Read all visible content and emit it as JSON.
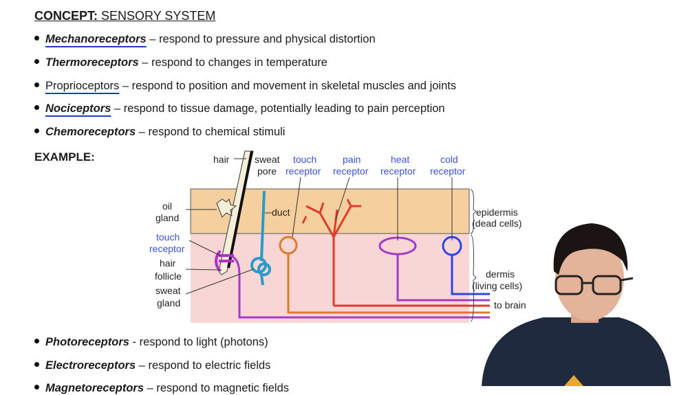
{
  "title": {
    "bold": "CONCEPT:",
    "rest": "SENSORY SYSTEM"
  },
  "bullets_top": [
    {
      "term": "Mechanoreceptors",
      "sep": " – respond to ",
      "desc": "pressure and physical distortion"
    },
    {
      "term": "Thermoreceptors",
      "sep": " – respond to ",
      "desc": "changes in temperature"
    },
    {
      "term": "Proprioceptors",
      "sep": " – respond to ",
      "desc": "position and movement in skeletal muscles and joints"
    },
    {
      "term": "Nociceptors",
      "sep": " – respond to ",
      "desc": "tissue damage, potentially leading to pain perception"
    },
    {
      "term": "Chemoreceptors",
      "sep": " – respond to ",
      "desc": "chemical stimuli"
    }
  ],
  "example_label": "EXAMPLE:",
  "diagram": {
    "labels": {
      "hair": "hair",
      "sweat_pore_1": "sweat",
      "sweat_pore_2": "pore",
      "touch_top_1": "touch",
      "touch_top_2": "receptor",
      "pain_1": "pain",
      "pain_2": "receptor",
      "heat_1": "heat",
      "heat_2": "receptor",
      "cold_1": "cold",
      "cold_2": "receptor",
      "oil_1": "oil",
      "oil_2": "gland",
      "duct": "duct",
      "touch_left_1": "touch",
      "touch_left_2": "receptor",
      "follicle_1": "hair",
      "follicle_2": "follicle",
      "gland_1": "sweat",
      "gland_2": "gland",
      "epidermis_1": "epidermis",
      "epidermis_2": "(dead cells)",
      "dermis_1": "dermis",
      "dermis_2": "(living cells)",
      "brain": "to brain"
    },
    "colors": {
      "epidermis": "#f6cf9e",
      "dermis": "#f8d6d6",
      "receptor_label": "#3a50d8",
      "pain": "#e03a2a",
      "touch": "#e07a28",
      "heat": "#a43ac8",
      "cold": "#2a45e8",
      "sweat": "#2a9ac8"
    }
  },
  "bullets_bottom": [
    {
      "term": "Photoreceptors",
      "sep": " - respond to ",
      "desc": "light (photons)"
    },
    {
      "term": "Electroreceptors",
      "sep": " – respond to ",
      "desc": "electric fields"
    },
    {
      "term": "Magnetoreceptors",
      "sep": " – respond to ",
      "desc": "magnetic fields"
    }
  ]
}
